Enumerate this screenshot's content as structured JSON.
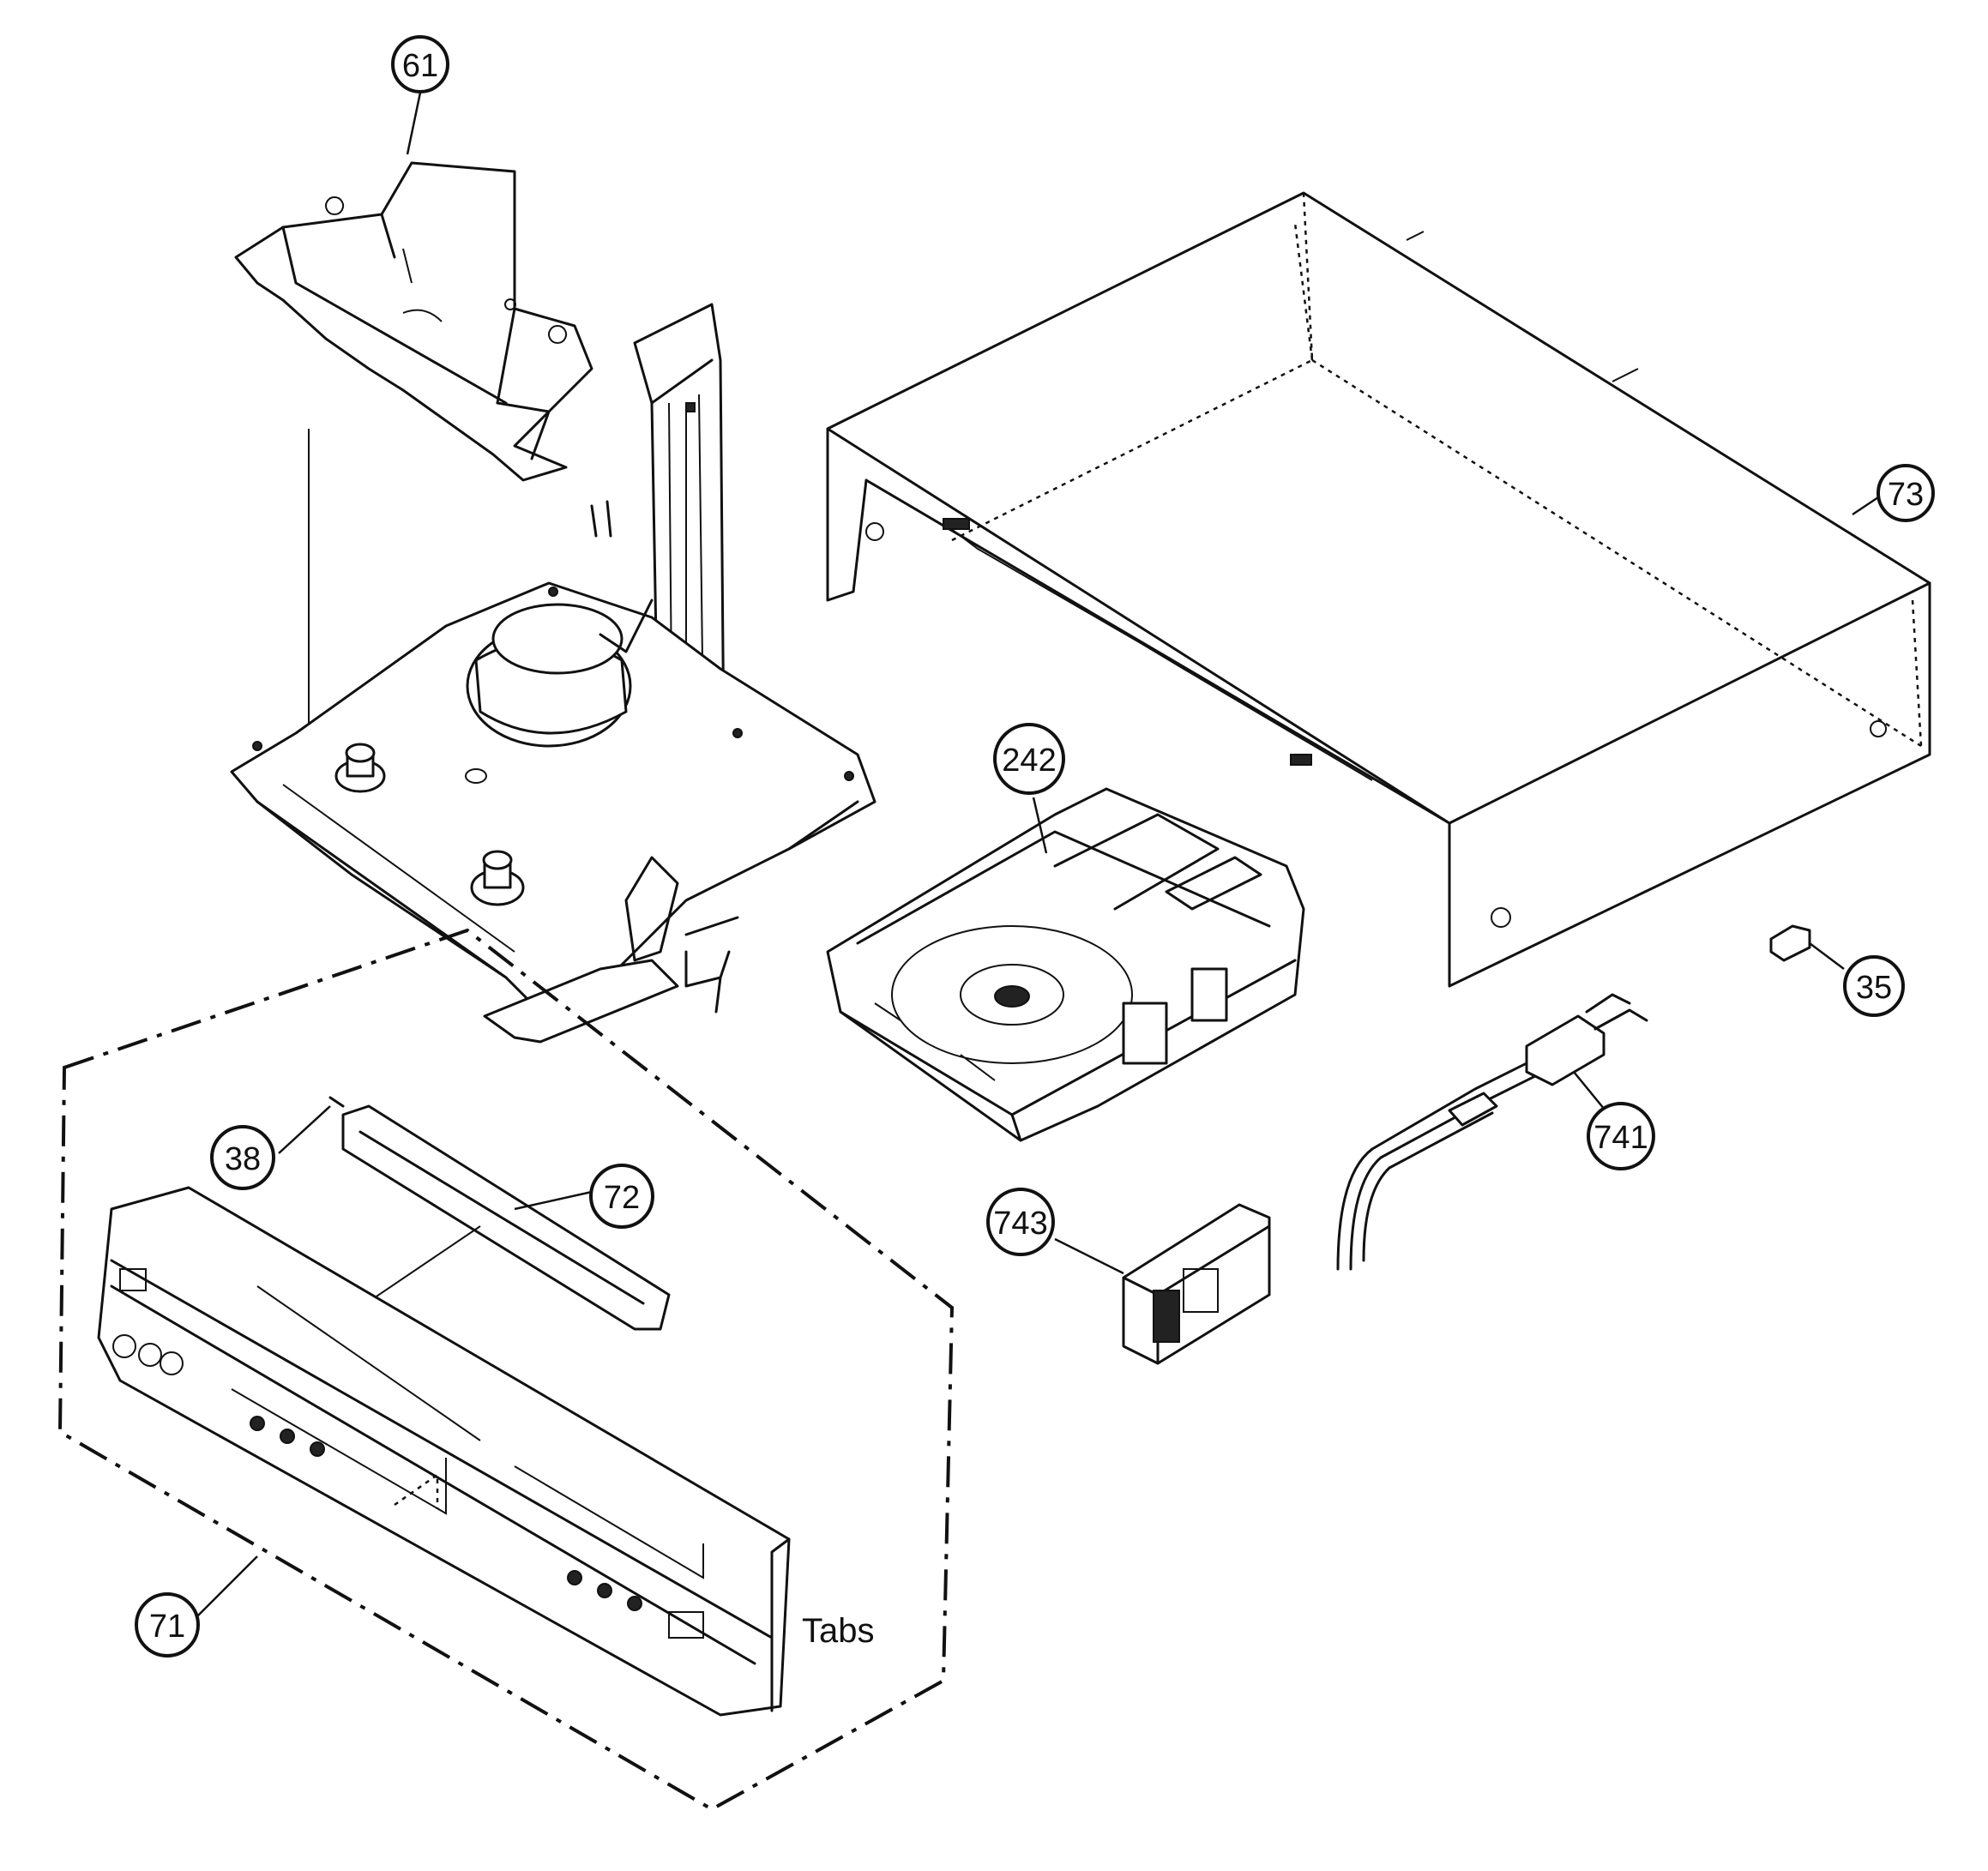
{
  "callouts": {
    "c61": "61",
    "c73": "73",
    "c242": "242",
    "c35": "35",
    "c741": "741",
    "c743": "743",
    "c38": "38",
    "c72": "72",
    "c71": "71"
  },
  "note": "Tabs"
}
